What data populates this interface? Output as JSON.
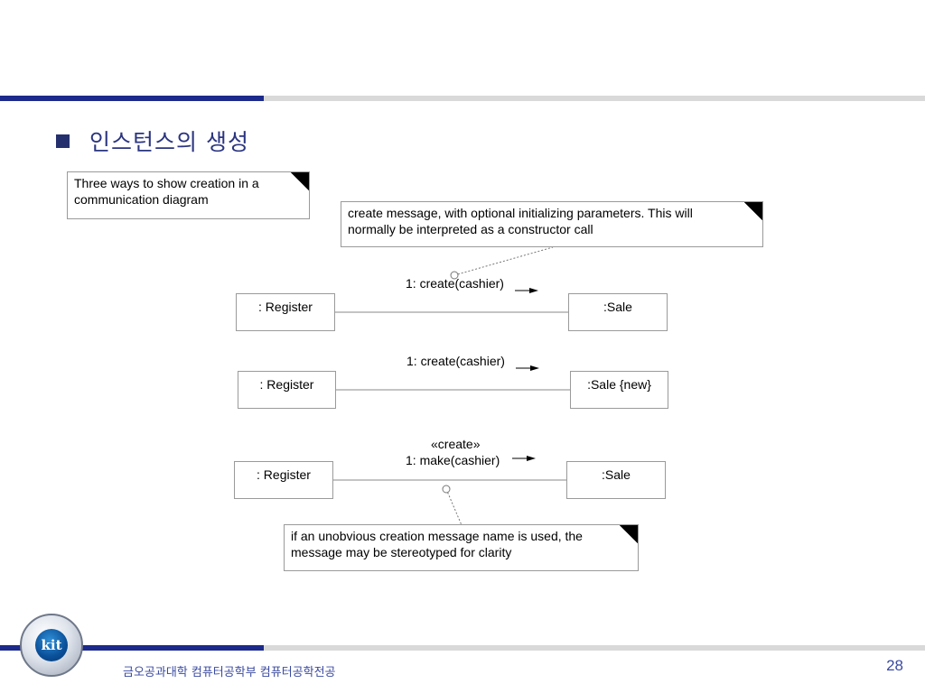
{
  "slide": {
    "title": "인스턴스의 생성",
    "footer": "금오공과대학 컴퓨터공학부 컴퓨터공학전공",
    "page_number": "28",
    "logo_text": "kit"
  },
  "notes": {
    "ways": {
      "line1": "Three ways to show creation in a",
      "line2": "communication diagram"
    },
    "create_message": {
      "line1": "create message, with optional initializing parameters. This will",
      "line2": "normally be interpreted as a constructor call"
    },
    "unobvious": {
      "line1": "if an unobvious creation message name is used, the",
      "line2": "message may be stereotyped for clarity"
    }
  },
  "diagrams": [
    {
      "left": ": Register",
      "right": ":Sale",
      "message": "1: create(cashier)"
    },
    {
      "left": ": Register",
      "right": ":Sale {new}",
      "message": "1: create(cashier)"
    },
    {
      "left": ": Register",
      "right": ":Sale",
      "stereotype": "«create»",
      "message": "1: make(cashier)"
    }
  ],
  "colors": {
    "accent_blue": "#1c2a8c",
    "title_blue": "#2b3580",
    "divider_gray": "#d9d9d9"
  }
}
